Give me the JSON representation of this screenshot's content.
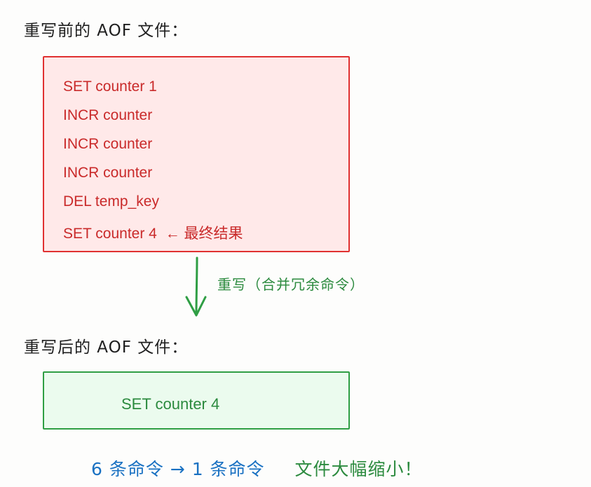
{
  "before": {
    "title": "重写前的 AOF 文件：",
    "commands": [
      "SET counter 1",
      "INCR counter",
      "INCR counter",
      "INCR counter",
      "DEL temp_key",
      "SET counter 4"
    ],
    "final_note": "← 最终结果"
  },
  "rewrite": {
    "label": "重写（合并冗余命令）"
  },
  "after": {
    "title": "重写后的 AOF 文件：",
    "command": "SET counter 4"
  },
  "summary": {
    "count_change": "6 条命令 → 1 条命令",
    "result": "文件大幅缩小！"
  },
  "colors": {
    "before_stroke": "#e03131",
    "before_fill": "#ffe9e9",
    "after_stroke": "#2f9e44",
    "after_fill": "#ebfbee",
    "arrow": "#2f9e44",
    "summary_blue": "#1971c2"
  }
}
